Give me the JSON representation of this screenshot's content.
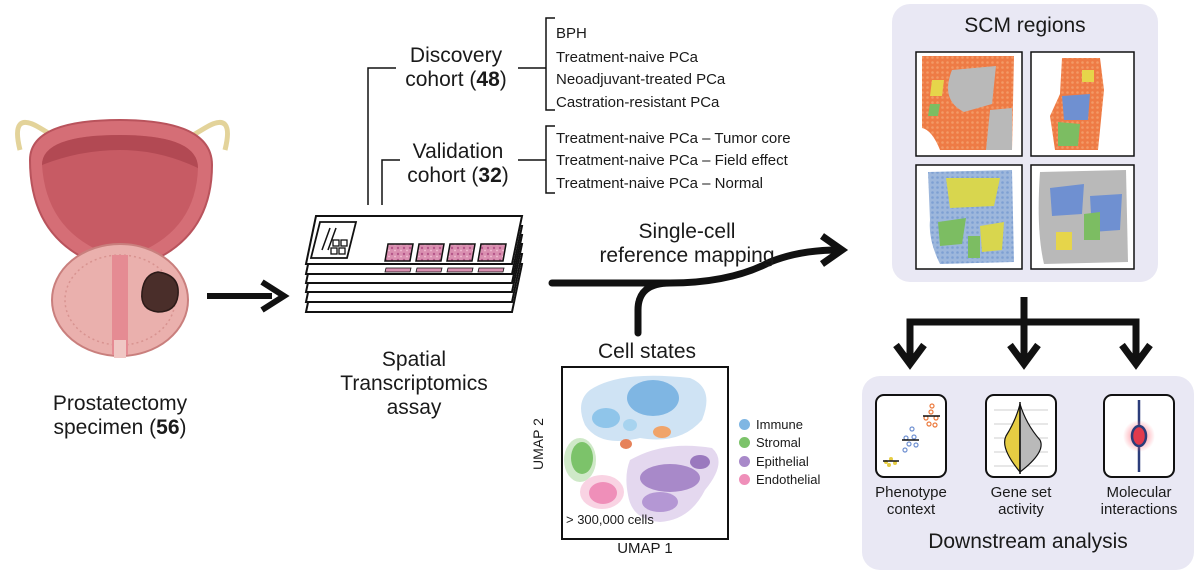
{
  "specimen": {
    "label_line1": "Prostatectomy",
    "label_line2_prefix": "specimen (",
    "count": "56",
    "label_line2_suffix": ")"
  },
  "assay": {
    "line1": "Spatial",
    "line2": "Transcriptomics",
    "line3": "assay"
  },
  "discovery": {
    "line1": "Discovery",
    "line2_prefix": "cohort (",
    "count": "48",
    "line2_suffix": ")",
    "groups": [
      "BPH",
      "Treatment-naive PCa",
      "Neoadjuvant-treated PCa",
      "Castration-resistant PCa"
    ]
  },
  "validation": {
    "line1": "Validation",
    "line2_prefix": "cohort (",
    "count": "32",
    "line2_suffix": ")",
    "groups": [
      "Treatment-naive PCa – Tumor core",
      "Treatment-naive PCa – Field effect",
      "Treatment-naive PCa – Normal"
    ]
  },
  "mapping": {
    "line1": "Single-cell",
    "line2": "reference mapping"
  },
  "cell_states": {
    "title": "Cell states",
    "xlabel": "UMAP 1",
    "ylabel": "UMAP 2",
    "note": "> 300,000 cells",
    "legend": [
      {
        "name": "Immune",
        "color": "#7fb6e3"
      },
      {
        "name": "Stromal",
        "color": "#7cc36a"
      },
      {
        "name": "Epithelial",
        "color": "#a889c9"
      },
      {
        "name": "Endothelial",
        "color": "#ef8fb9"
      }
    ]
  },
  "scm": {
    "title": "SCM regions"
  },
  "downstream": {
    "title": "Downstream analysis",
    "items": [
      {
        "line1": "Phenotype",
        "line2": "context"
      },
      {
        "line1": "Gene set",
        "line2": "activity"
      },
      {
        "line1": "Molecular",
        "line2": "interactions"
      }
    ]
  },
  "colors": {
    "panel": "#e9e8f4",
    "arrow": "#111111",
    "prostate": "#e9a3a1",
    "tumor": "#4a2e2a"
  }
}
